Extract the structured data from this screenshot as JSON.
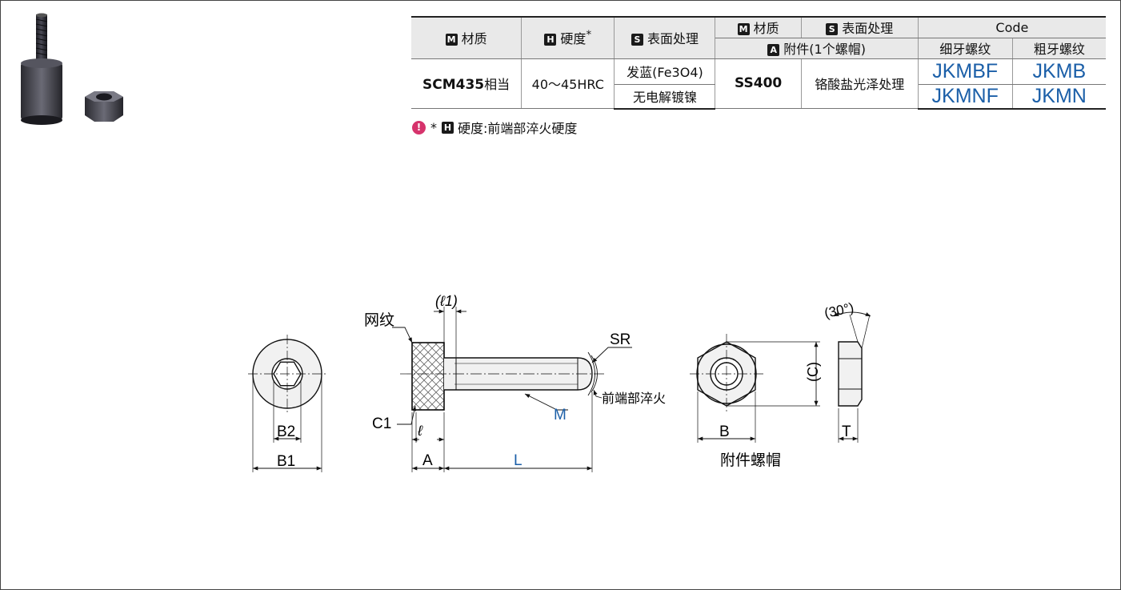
{
  "table": {
    "header1": {
      "material": "材质",
      "hardness": "硬度",
      "hardness_asterisk": "*",
      "surface": "表面处理",
      "acc_material": "材质",
      "acc_surface": "表面处理",
      "code": "Code"
    },
    "header2": {
      "accessory": "附件(1个螺帽)",
      "fine": "细牙螺纹",
      "coarse": "粗牙螺纹"
    },
    "markers": {
      "m": "M",
      "h": "H",
      "s": "S",
      "a": "A"
    },
    "body": {
      "material_code": "SCM435",
      "material_suffix": "相当",
      "hardness": "40～45HRC",
      "surface_1": "发蓝(Fe3O4)",
      "surface_2": "无电解镀镍",
      "acc_material": "SS400",
      "acc_surface": "铬酸盐光泽处理",
      "code_fine_1": "JKMBF",
      "code_coarse_1": "JKMB",
      "code_fine_2": "JKMNF",
      "code_coarse_2": "JKMN"
    }
  },
  "note": {
    "asterisk": "*",
    "text": "硬度:前端部淬火硬度"
  },
  "drawing": {
    "label_knurl": "网纹",
    "label_l1": "(ℓ1)",
    "label_sr": "SR",
    "label_tip": "前端部淬火",
    "label_c1": "C1",
    "label_l": "ℓ",
    "label_m": "M",
    "label_a": "A",
    "label_L": "L",
    "label_b2": "B2",
    "label_b1": "B1",
    "label_b": "B",
    "label_c": "(C)",
    "label_t": "T",
    "label_angle": "(30°)",
    "label_nut": "附件螺帽"
  },
  "colors": {
    "code_blue": "#1b5fa8",
    "marker": "#1a1a1a",
    "warn": "#d6336c"
  }
}
